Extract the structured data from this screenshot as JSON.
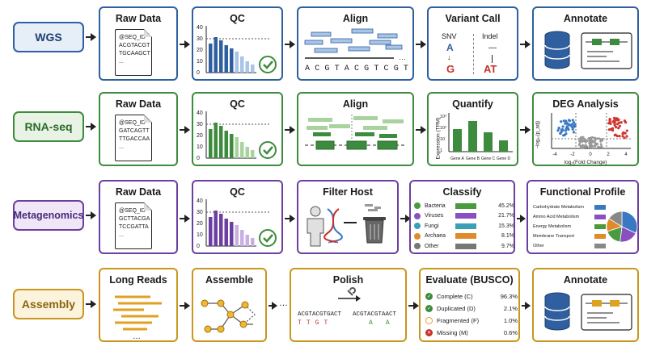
{
  "rows": {
    "wgs": {
      "label": "WGS",
      "color": "#2f5f9e",
      "steps": [
        "Raw Data",
        "QC",
        "Align",
        "Variant Call",
        "Annotate"
      ],
      "doc": [
        "@SEQ_ID",
        "ACGTACGT",
        "TGCAAGCT",
        "..."
      ],
      "align_seq": [
        "A",
        "C",
        "G",
        "T",
        "A",
        "C",
        "G",
        "T",
        "C",
        "G",
        "T"
      ],
      "variant": {
        "snv": "SNV",
        "snv_from": "A",
        "snv_to": "G",
        "indel": "Indel",
        "indel_from": "—",
        "indel_to": "AT"
      }
    },
    "rnaseq": {
      "label": "RNA-seq",
      "color": "#3d8b3d",
      "steps": [
        "Raw Data",
        "QC",
        "Align",
        "Quantify",
        "DEG Analysis"
      ],
      "doc": [
        "@SEQ_ID",
        "GATCAGTT",
        "TTGACCAA",
        "..."
      ],
      "quantify": {
        "ylabel": "Expression (TPM)",
        "categories": [
          "Gene A",
          "Gene B",
          "Gene C",
          "Gene D"
        ],
        "ticks": [
          "10³",
          "10²",
          "10",
          "1"
        ]
      },
      "deg": {
        "xlabel": "log₂(Fold Change)",
        "ylabel": "−log₁₀(p_adj)",
        "xticks": [
          "-4",
          "-2",
          "0",
          "2",
          "4"
        ]
      }
    },
    "meta": {
      "label": "Metagenomics",
      "color": "#6b3fa0",
      "steps": [
        "Raw Data",
        "QC",
        "Filter Host",
        "Classify",
        "Functional Profile"
      ],
      "doc": [
        "@SEQ_ID",
        "GCTTACGA",
        "TCCGATTA",
        "..."
      ],
      "classify": [
        {
          "name": "Bacteria",
          "pct": "45.2%",
          "color": "#4a9a3e"
        },
        {
          "name": "Viruses",
          "pct": "21.7%",
          "color": "#8a4fc0"
        },
        {
          "name": "Fungi",
          "pct": "15.3%",
          "color": "#3aa0b8"
        },
        {
          "name": "Archaea",
          "pct": "8.1%",
          "color": "#e08a2a"
        },
        {
          "name": "Other",
          "pct": "9.7%",
          "color": "#777777"
        }
      ],
      "functional": [
        {
          "name": "Carbohydrate Metabolism",
          "color": "#3a78c4"
        },
        {
          "name": "Amino Acid Metabolism",
          "color": "#8a4fc0"
        },
        {
          "name": "Energy Metabolism",
          "color": "#4a9a3e"
        },
        {
          "name": "Membrane Transport",
          "color": "#e08a2a"
        },
        {
          "name": "Other",
          "color": "#888888"
        }
      ]
    },
    "assembly": {
      "label": "Assembly",
      "color": "#c9961e",
      "steps": [
        "Long Reads",
        "Assemble",
        "Polish",
        "Evaluate (BUSCO)",
        "Annotate"
      ],
      "polish": {
        "top": "ACGTACGTGACT",
        "bottom": "ACGTACGTAACT",
        "errs": [
          "T",
          "T",
          "G",
          "T"
        ],
        "fixes": [
          "A",
          "A"
        ]
      },
      "busco": [
        {
          "name": "Complete (C)",
          "pct": "96.3%",
          "icon": "check",
          "color": "#3d8b3d"
        },
        {
          "name": "Duplicated (D)",
          "pct": "2.1%",
          "icon": "check",
          "color": "#3d8b3d"
        },
        {
          "name": "Fragmented (F)",
          "pct": "1.0%",
          "icon": "circle",
          "color": "#e0a020"
        },
        {
          "name": "Missing (M)",
          "pct": "0.6%",
          "icon": "cross",
          "color": "#c8302a"
        }
      ]
    }
  },
  "colors": {
    "qc_check": "#3d8b3d",
    "db": "#2f5f9e"
  }
}
